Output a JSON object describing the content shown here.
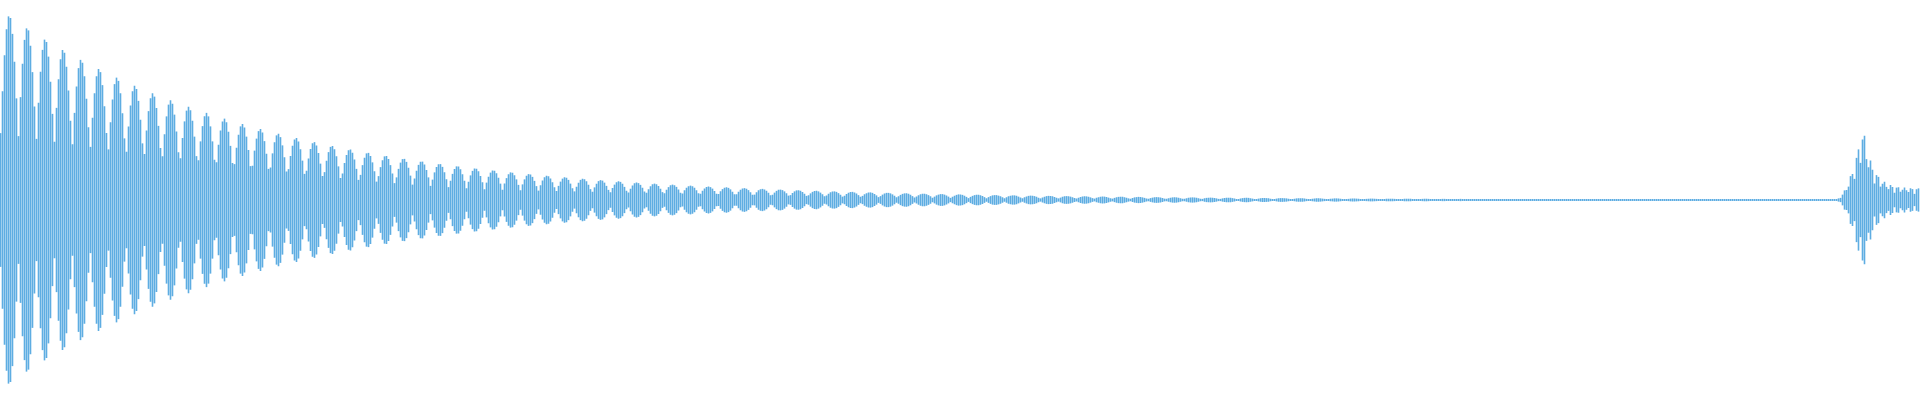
{
  "waveform": {
    "color": "#5eade2",
    "background": "#ffffff",
    "events": [
      {
        "kind": "decaying-oscillation",
        "start": 0.0,
        "end": 0.95,
        "peak_level": 0.97,
        "decay": 3.2,
        "cycles": 185
      },
      {
        "kind": "burst",
        "start": 0.955,
        "peak_at": 0.97,
        "end": 1.0,
        "peak_level": 0.38,
        "tail_level": 0.06
      }
    ]
  }
}
